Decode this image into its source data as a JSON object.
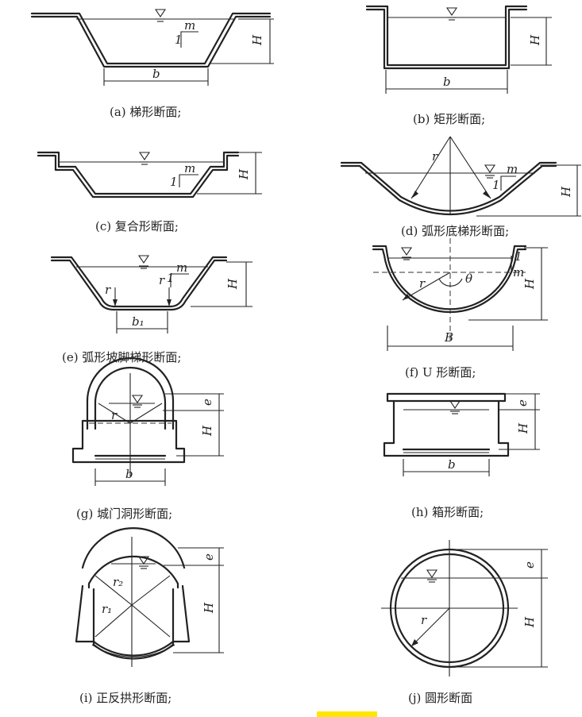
{
  "figures": {
    "a": {
      "caption": "(a) 梯形断面;",
      "labels": {
        "slope": "m",
        "unit": "1",
        "depth": "H",
        "width": "b"
      }
    },
    "b": {
      "caption": "(b) 矩形断面;",
      "labels": {
        "depth": "H",
        "width": "b"
      }
    },
    "c": {
      "caption": "(c) 复合形断面;",
      "labels": {
        "slope": "m",
        "unit": "1",
        "depth": "H"
      }
    },
    "d": {
      "caption": "(d) 弧形底梯形断面;",
      "labels": {
        "radius": "r",
        "slope": "m",
        "unit": "1",
        "depth": "H"
      }
    },
    "e": {
      "caption": "(e) 弧形坡脚梯形断面;",
      "labels": {
        "radius_left": "r",
        "radius_right": "r",
        "slope": "m",
        "unit": "1",
        "depth": "H",
        "width": "b₁"
      }
    },
    "f": {
      "caption": "(f) U 形断面;",
      "labels": {
        "radius": "r",
        "angle": "θ",
        "slope": "m",
        "unit": "1",
        "depth": "H",
        "width": "B"
      }
    },
    "g": {
      "caption": "(g) 城门洞形断面;",
      "labels": {
        "radius": "r",
        "freeboard": "e",
        "depth": "H",
        "width": "b"
      }
    },
    "h": {
      "caption": "(h) 箱形断面;",
      "labels": {
        "freeboard": "e",
        "depth": "H",
        "width": "b"
      }
    },
    "i": {
      "caption": "(i) 正反拱形断面;",
      "labels": {
        "radius_top": "r₂",
        "radius_bottom": "r₁",
        "freeboard": "e",
        "depth": "H"
      }
    },
    "j": {
      "caption": "(j) 圆形断面",
      "labels": {
        "radius": "r",
        "freeboard": "e",
        "depth": "H"
      }
    }
  },
  "water_surface_symbol": "▽"
}
